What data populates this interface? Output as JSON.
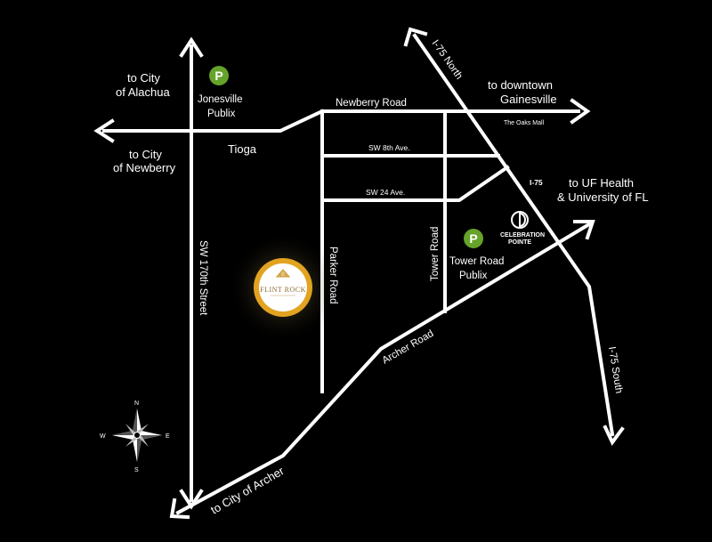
{
  "colors": {
    "background": "#000000",
    "road": "#ffffff",
    "publix_green": "#66a32a",
    "flint_rock_gold": "#e1a320"
  },
  "destinations": {
    "alachua_1": "to City",
    "alachua_2": "of Alachua",
    "newberry_1": "to City",
    "newberry_2": "of Newberry",
    "gainesville_1": "to downtown",
    "gainesville_2": "Gainesville",
    "uf_1": "to UF Health",
    "uf_2": "& University of FL",
    "archer": "to City of Archer"
  },
  "roads": {
    "newberry_road": "Newberry Road",
    "sw_8th": "SW 8th Ave.",
    "sw_24th": "SW 24 Ave.",
    "sw_170th": "SW 170th Street",
    "parker_road": "Parker Road",
    "tower_road": "Tower Road",
    "archer_road": "Archer Road",
    "i75_north": "I-75 North",
    "i75_south": "I-75 South",
    "i75": "I-75"
  },
  "places": {
    "tioga": "Tioga",
    "oaks_mall": "The Oaks Mall",
    "jonesville_publix_1": "Jonesville",
    "jonesville_publix_2": "Publix",
    "tower_publix_1": "Tower Road",
    "tower_publix_2": "Publix",
    "celebration_1": "CELEBRATION",
    "celebration_2": "POINTE",
    "flint_rock": "FLINT ROCK"
  },
  "compass": {
    "n": "N",
    "s": "S",
    "e": "E",
    "w": "W"
  },
  "icons": {
    "publix": "publix-p-icon",
    "celebration": "celebration-pointe-logo",
    "compass": "compass-rose-icon",
    "flint_rock": "flint-rock-logo"
  }
}
